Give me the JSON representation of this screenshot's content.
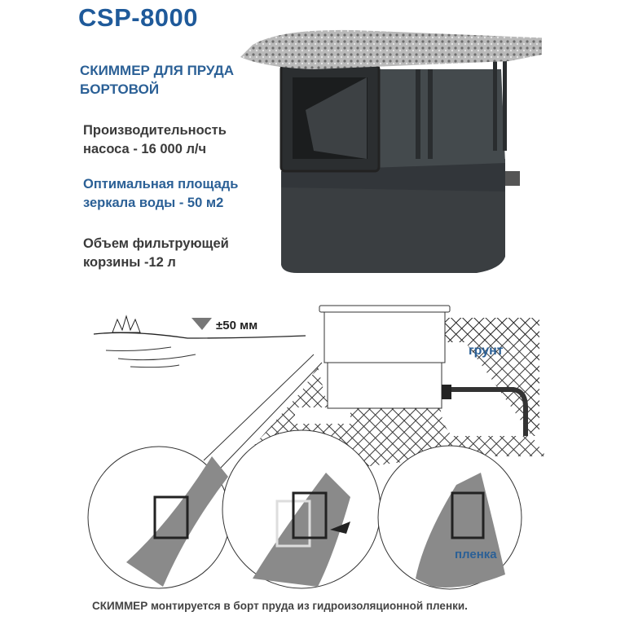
{
  "title": "CSP-8000",
  "subtitle": [
    "СКИММЕР ДЛЯ ПРУДА",
    "БОРТОВОЙ"
  ],
  "specs": [
    {
      "line1": "Производительность",
      "line2": "насоса - 16 000 л/ч"
    },
    {
      "line1": "Оптимальная площадь",
      "line2": "зеркала воды - 50 м2"
    },
    {
      "line1": "Объем фильтрующей",
      "line2": "корзины -12 л"
    }
  ],
  "diagram": {
    "water_level": "±50 мм",
    "soil_label": "грунт",
    "liner_label": "пленка"
  },
  "caption": "СКИММЕР монтируется в борт пруда из гидроизоляционной пленки.",
  "colors": {
    "brand_blue": "#1f5a9a",
    "product_body": "#3b3f42"
  }
}
